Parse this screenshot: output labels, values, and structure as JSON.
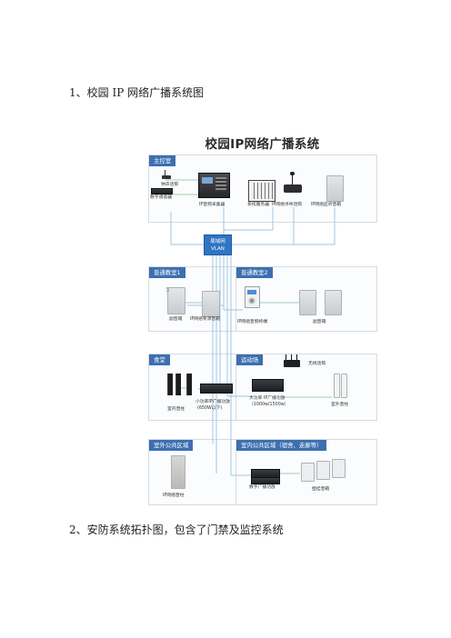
{
  "headings": {
    "h1": "1、校园 IP 网络广播系统图",
    "h2": "2、安防系统拓扑图，包含了门禁及监控系统"
  },
  "diagram": {
    "title": "校园IP网络广播系统",
    "vlan": {
      "line1": "局域网",
      "line2": "VLAN"
    },
    "main_room": {
      "title": "主控室",
      "labels": {
        "pager": "钟声话筒",
        "tuner": "数字调谐器",
        "collector": "IP音频采集器",
        "server": "系统服务器",
        "paging_mic": "IP网络寻呼话筒",
        "monitor_speaker": "IP网络监听音箱"
      }
    },
    "classroom1": {
      "title": "普通教室1",
      "labels": {
        "sub_speaker": "副音箱",
        "active_speaker": "IP网络有源音箱"
      }
    },
    "classroom2": {
      "title": "普通教室2",
      "labels": {
        "terminal": "IP网络音频终端",
        "sub_speaker": "副音箱"
      }
    },
    "canteen": {
      "title": "食堂",
      "labels": {
        "column": "室内音柱",
        "amp_line1": "小功率IP广播功放",
        "amp_line2": "(650W以下)"
      }
    },
    "sports": {
      "title": "运动场",
      "labels": {
        "wireless": "无线话筒",
        "amp_line1": "大功率 IP广播功放",
        "amp_line2": "（1000w/1500w）",
        "outdoor_column": "室外音柱"
      }
    },
    "outdoor_public": {
      "title": "室外公共区域",
      "labels": {
        "column": "IP网络音柱"
      }
    },
    "indoor_public": {
      "title": "室内公共区域（宿舍、走廊等）",
      "labels": {
        "amp": "数字广播功放",
        "wall_speaker": "壁挂音箱"
      }
    }
  }
}
